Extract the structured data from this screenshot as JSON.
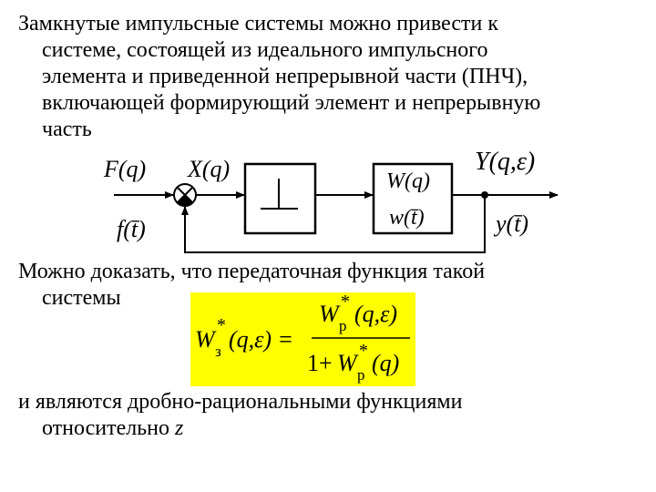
{
  "intro": {
    "lines": [
      "Замкнутые импульсные системы можно привести к",
      "системе, состоящей из идеального импульсного",
      "элемента и приведенной непрерывной части (ПНЧ),",
      "включающей формирующий элемент и непрерывную",
      "часть"
    ]
  },
  "diagram": {
    "F_label": "F(q)",
    "X_label": "X(q)",
    "f_label": "f(t̄)",
    "W_label": "W(q)",
    "w_label": "w(t̄)",
    "Y_label": "Y(q,ε)",
    "y_label": "y(t̄)"
  },
  "middle": {
    "lines": [
      "Можно доказать, что передаточная функция такой",
      "системы"
    ]
  },
  "formula": {
    "lhs_W": "W",
    "lhs_sup": "*",
    "lhs_sub": "з",
    "lhs_args": "(q,ε) =",
    "num_W": "W",
    "num_sup": "*",
    "num_sub": "р",
    "num_args": "(q,ε)",
    "den_prefix": "1+",
    "den_W": "W",
    "den_sup": "*",
    "den_sub": "р",
    "den_args": "(q)"
  },
  "ending": {
    "line1": "и являются дробно-рациональными функциями",
    "line2_text": "относительно ",
    "line2_var": "z"
  },
  "colors": {
    "highlight": "#ffff00"
  }
}
